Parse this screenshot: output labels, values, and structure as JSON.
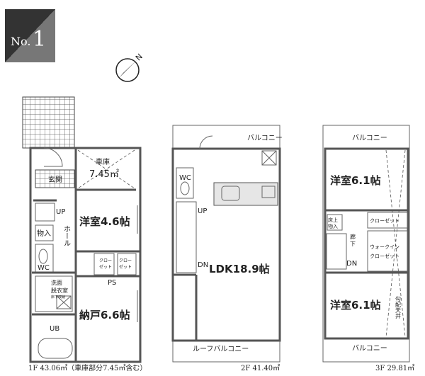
{
  "badge": {
    "label": "No.",
    "number": "1"
  },
  "compass": {
    "label": "N"
  },
  "floor1": {
    "caption": "1F 43.06㎡（車庫部分7.45㎡含む）",
    "garage": "車庫",
    "garage_area": "7.45㎡",
    "entrance": "玄関",
    "up": "UP",
    "hall": "ホール",
    "storage": "物入",
    "wc": "WC",
    "washroom": "洗面",
    "dressing": "脱衣室",
    "underfloor": "床下収納",
    "bath": "UB",
    "room1": "洋室4.6帖",
    "room2": "納戸6.6帖",
    "closet_a": "クロー",
    "closet_a2": "ゼット",
    "closet_b": "クロー",
    "closet_b2": "ゼット",
    "ps": "PS"
  },
  "floor2": {
    "caption": "2F 41.40㎡",
    "balcony": "バルコニー",
    "wc": "WC",
    "up": "UP",
    "dn": "DN",
    "ldk": "LDK18.9帖",
    "roof_balcony": "ルーフバルコニー"
  },
  "floor3": {
    "caption": "3F 29.81㎡",
    "balcony_top": "バルコニー",
    "balcony_bottom": "バルコニー",
    "room1": "洋室6.1帖",
    "room2": "洋室6.1帖",
    "storage1": "床上",
    "storage2": "物入",
    "corridor1": "廊",
    "corridor2": "下",
    "dn": "DN",
    "closet": "クローゼット",
    "wic1": "ウォークイン",
    "wic2": "クローゼット",
    "ceiling": "勾配天井"
  }
}
